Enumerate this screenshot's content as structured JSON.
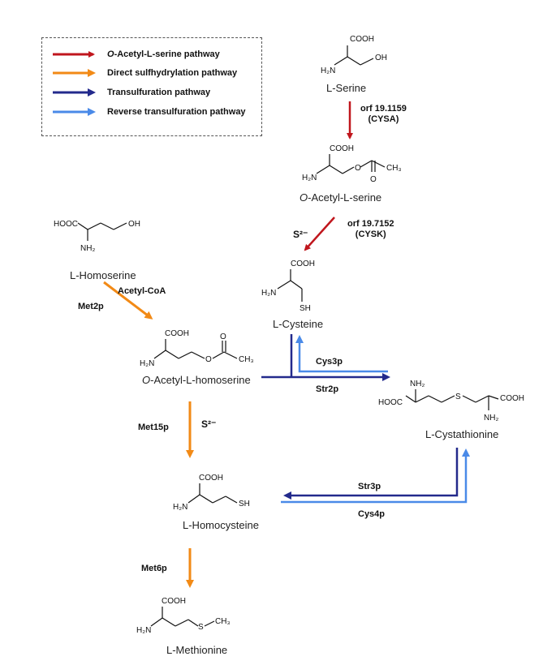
{
  "legend": {
    "items": [
      {
        "prefix": "O",
        "label": "-Acetyl-L-serine pathway",
        "color": "#c0161d"
      },
      {
        "prefix": "",
        "label": "Direct sulfhydrylation pathway",
        "color": "#f28a16"
      },
      {
        "prefix": "",
        "label": "Transulfuration pathway",
        "color": "#232a8c"
      },
      {
        "prefix": "",
        "label": "Reverse transulfuration pathway",
        "color": "#4a8ae8"
      }
    ]
  },
  "compounds": {
    "serine": {
      "name": "L-Serine"
    },
    "oacetylserine": {
      "prefix": "O",
      "name": "-Acetyl-L-serine"
    },
    "homoserine": {
      "name": "L-Homoserine"
    },
    "cysteine": {
      "name": "L-Cysteine"
    },
    "oacetylhomoserine": {
      "prefix": "O",
      "name": "-Acetyl-L-homoserine"
    },
    "cystathionine": {
      "name": "L-Cystathionine"
    },
    "homocysteine": {
      "name": "L-Homocysteine"
    },
    "methionine": {
      "name": "L-Methionine"
    }
  },
  "atoms": {
    "cooh": "COOH",
    "hooc": "HOOC",
    "h2n": "H₂N",
    "nh2": "NH₂",
    "oh": "OH",
    "o": "O",
    "s": "S",
    "sh": "SH",
    "ch3": "CH₃",
    "s_charge": "S²⁻"
  },
  "reactions": {
    "cysa": {
      "line1": "orf 19.1159",
      "line2": "(CYSA)"
    },
    "cysk": {
      "line1": "orf 19.7152",
      "line2": "(CYSK)"
    },
    "s2_cysk": "S²⁻",
    "acetylcoa": "Acetyl-CoA",
    "met2p": "Met2p",
    "cys3p": "Cys3p",
    "str2p": "Str2p",
    "met15p": "Met15p",
    "s2_met15": "S²⁻",
    "str3p": "Str3p",
    "cys4p": "Cys4p",
    "met6p": "Met6p"
  }
}
